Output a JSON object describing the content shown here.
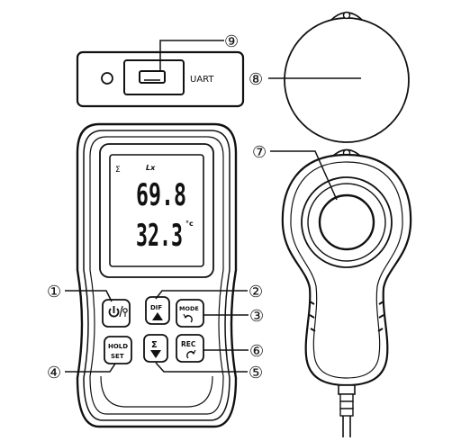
{
  "callouts": {
    "c1": "①",
    "c2": "②",
    "c3": "③",
    "c4": "④",
    "c5": "⑤",
    "c6": "⑥",
    "c7": "⑦",
    "c8": "⑧",
    "c9": "⑨"
  },
  "port_panel": {
    "uart_label": "UART"
  },
  "display": {
    "sigma": "Σ",
    "unit_lux": "Lx",
    "lux_value": "69.8",
    "temp_value": "32.3",
    "unit_temp": "°c"
  },
  "buttons": {
    "dif": "DIF",
    "mode": "MODE",
    "hold": "HOLD",
    "set": "SET",
    "rec": "REC",
    "sigma": "Σ"
  }
}
